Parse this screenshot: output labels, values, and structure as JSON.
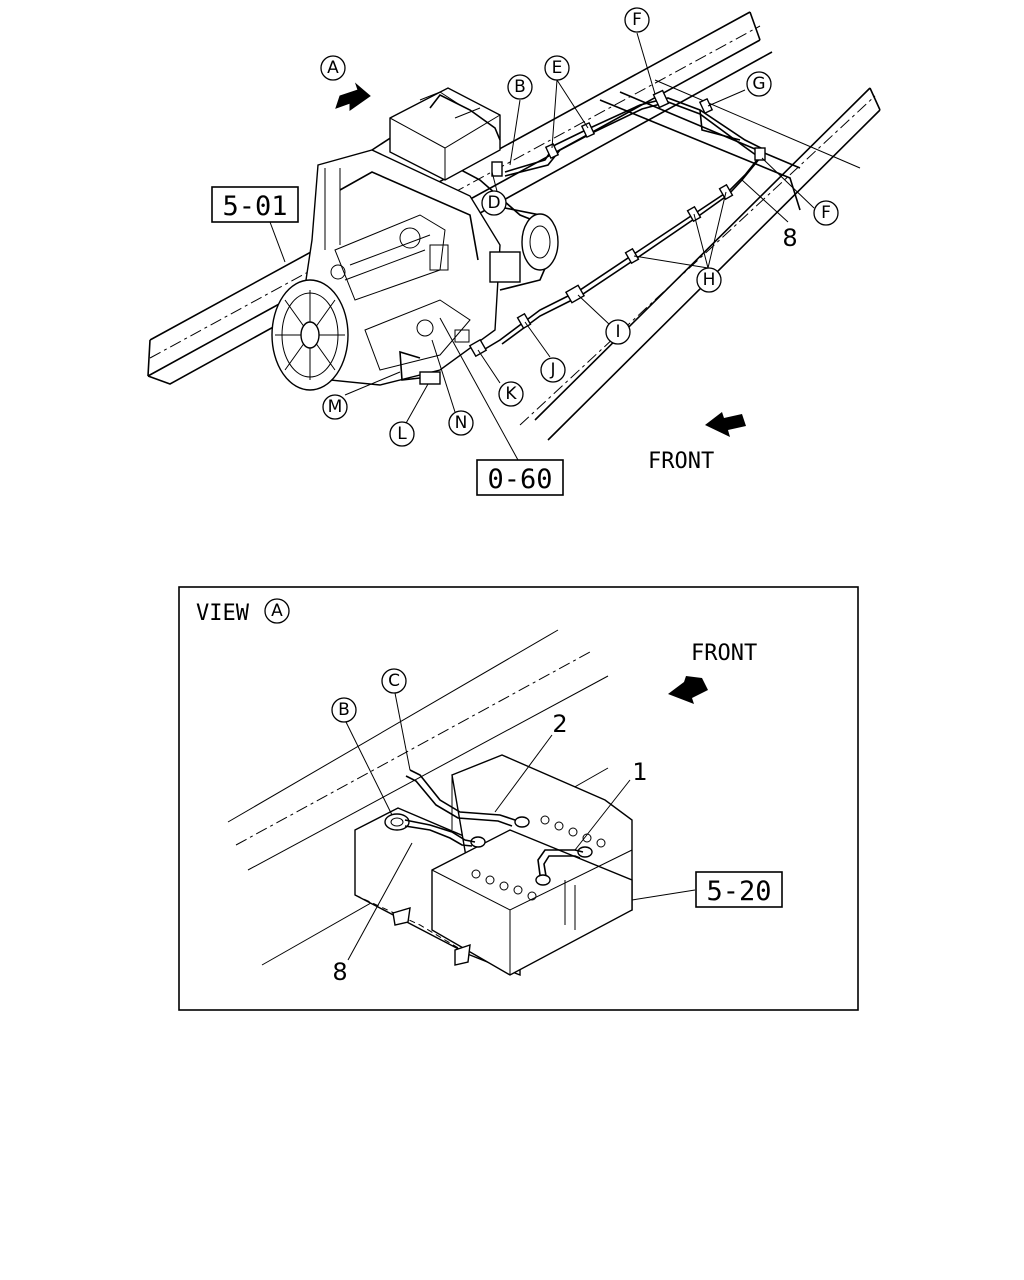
{
  "main_view": {
    "ref_boxes": [
      "5-01",
      "0-60"
    ],
    "callouts": {
      "A": "A",
      "B": "B",
      "D": "D",
      "E": "E",
      "F_top": "F",
      "F_right": "F",
      "G": "G",
      "H": "H",
      "I": "I",
      "J": "J",
      "K": "K",
      "L": "L",
      "M": "M",
      "N": "N"
    },
    "part_number_8": "8",
    "front_label": "FRONT"
  },
  "detail_view": {
    "title": "VIEW",
    "title_callout": "A",
    "front_label": "FRONT",
    "callouts": {
      "B": "B",
      "C": "C"
    },
    "part_numbers": {
      "p1": "1",
      "p2": "2",
      "p8": "8"
    },
    "ref_box": "5-20"
  },
  "icons": [
    "front-direction-arrow-icon",
    "view-a-arrow-icon"
  ]
}
